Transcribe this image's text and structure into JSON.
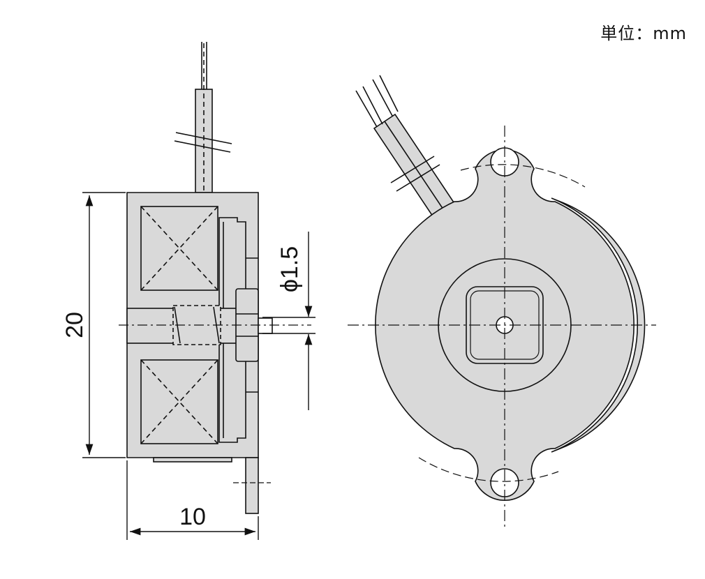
{
  "unit_label": "単位：mm",
  "dimensions": {
    "height": "20",
    "width": "10",
    "shaft_diameter": "ϕ1.5"
  },
  "colors": {
    "line": "#111111",
    "fill": "#d9d9d9",
    "background": "#ffffff"
  }
}
